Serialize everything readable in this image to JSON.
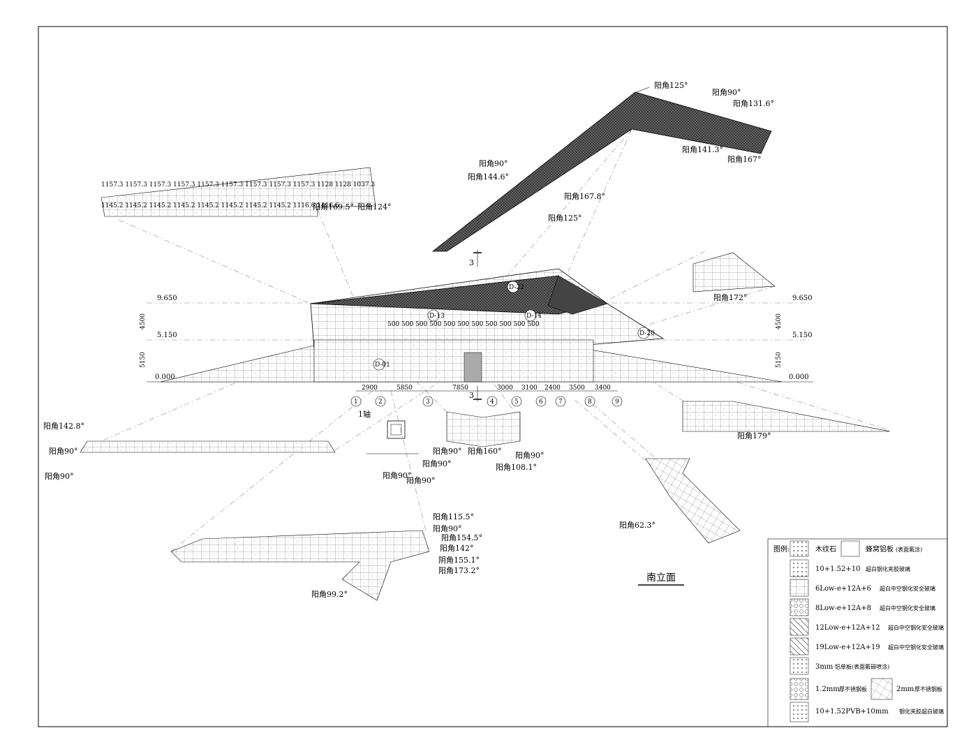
{
  "drawing": {
    "title": "南立面",
    "axis_label": "1轴",
    "section_mark": "3"
  },
  "levels": {
    "left": [
      "9.650",
      "5.150",
      "0.000"
    ],
    "right": [
      "9.650",
      "5.150",
      "0.000"
    ],
    "heights": [
      "4500",
      "5150"
    ]
  },
  "axes": [
    "1",
    "2",
    "3",
    "4",
    "5",
    "6",
    "7",
    "8",
    "9"
  ],
  "dimensions": [
    "2900",
    "5850",
    "7850",
    "3000",
    "3100",
    "2400",
    "3500",
    "3400"
  ],
  "roof_labels": [
    "阳角125°",
    "阳角90°",
    "阳角131.6°",
    "阳角141.3°",
    "阳角167°",
    "阳角90°",
    "阳角144.6°",
    "阳角167.8°",
    "阳角125°"
  ],
  "panel_labels": {
    "top_left": [
      "阳角169.5°",
      "阳角124°"
    ],
    "right_upper": "阳角172°",
    "right_lower": "阳角179°",
    "left_long": [
      "阳角142.8°",
      "阳角90°",
      "阳角90°"
    ],
    "small_box": [
      "阳角90°",
      "阳角90°",
      "阳角90°"
    ],
    "center": [
      "阳角90°",
      "阳角160°",
      "阳角90°",
      "阳角108.1°"
    ],
    "right_v": "阳角62.3°",
    "bottom": [
      "阳角115.5°",
      "阳角90°",
      "阳角154.5°",
      "阳角142°",
      "阴角155.1°",
      "阳角173.2°",
      "阳角99.2°"
    ]
  },
  "tags": [
    "D-22",
    "D-13",
    "D-14",
    "D-01",
    "D-20"
  ],
  "legend": {
    "title": "图例:",
    "items": [
      {
        "main": "木纹石",
        "sub": ""
      },
      {
        "main": "蜂窝铝板",
        "sub": "(表面氟涂)"
      },
      {
        "main": "10+1.52+10",
        "sub": "超白钢化夹胶玻璃"
      },
      {
        "main": "6Low-e+12A+6",
        "sub": "超白中空钢化安全玻璃"
      },
      {
        "main": "8Low-e+12A+8",
        "sub": "超白中空钢化安全玻璃"
      },
      {
        "main": "12Low-e+12A+12",
        "sub": "超白中空钢化安全玻璃"
      },
      {
        "main": "19Low-e+12A+19",
        "sub": "超白中空钢化安全玻璃"
      },
      {
        "main": "3mm",
        "sub": "铝单板(表面氟碳喷涂)"
      },
      {
        "main": "1.2mm",
        "sub": "厚不锈钢板"
      },
      {
        "main": "2mm",
        "sub": "厚不锈钢板"
      },
      {
        "main": "10+1.52PVB+10mm",
        "sub": "钢化夹胶超白玻璃"
      }
    ]
  }
}
